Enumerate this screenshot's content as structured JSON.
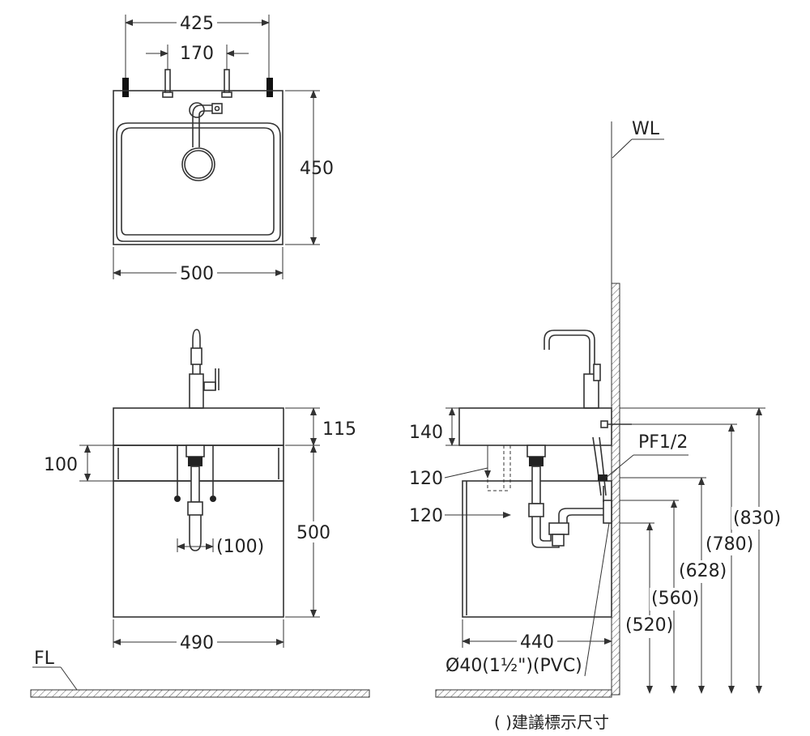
{
  "top_view": {
    "dim_faucet_holes": "425",
    "dim_faucet_inner": "170",
    "dim_depth": "450",
    "dim_width": "500"
  },
  "front_view": {
    "dim_counter_thickness": "115",
    "dim_panel": "100",
    "dim_cabinet_height": "500",
    "dim_drain_offset": "(100)",
    "dim_cabinet_width": "490",
    "floor_label": "FL"
  },
  "side_view": {
    "wall_label": "WL",
    "dim_counter_depth": "140",
    "dim_recess_1": "120",
    "dim_recess_2": "120",
    "supply_label": "PF1/2",
    "dim_830": "(830)",
    "dim_780": "(780)",
    "dim_628": "(628)",
    "dim_560": "(560)",
    "dim_520": "(520)",
    "dim_cabinet_depth": "440",
    "drain_pipe_label": "Ø40(1½\")(PVC)"
  },
  "footnote": "( )建議標示尺寸"
}
